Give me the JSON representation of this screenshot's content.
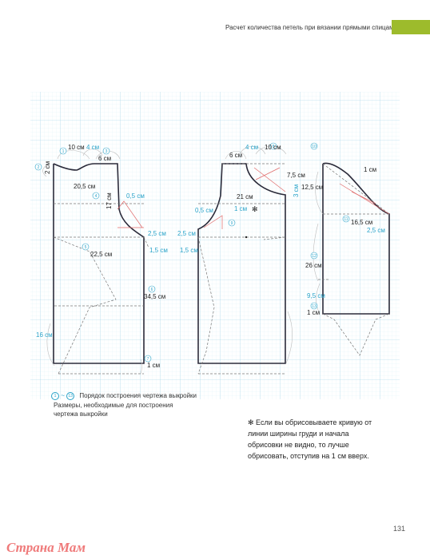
{
  "header": {
    "title": "Расчет количества петель при вязании прямыми спицами",
    "accent_color": "#9dbb2c"
  },
  "colors": {
    "grid": "#bfe3f0",
    "outline": "#2b2b3a",
    "measure": "#29a3c9",
    "construction": "#e06a6a"
  },
  "back": {
    "labels": {
      "top_width": "10 см",
      "neck_width": "4 см",
      "shoulder": "6 см",
      "neck_depth": "2 см",
      "armhole_width": "20,5 см",
      "armhole_depth": "17 см",
      "armhole_ease": "0,5 см",
      "side_upper": "2,5 см",
      "side_lower": "1,5 см",
      "chest_half": "22,5 см",
      "side_length": "34,5 см",
      "hip_ease": "16 см",
      "hem": "1 см"
    },
    "steps": [
      "1",
      "2",
      "3",
      "4",
      "5",
      "6",
      "7"
    ]
  },
  "front": {
    "labels": {
      "shoulder": "6 см",
      "neck_width": "4 см",
      "top_width": "10 см",
      "neck_depth": "7,5 см",
      "neck_drop": "3 см",
      "chest_width": "21 см",
      "left_ease": "0,5 см",
      "center_shift": "1 см",
      "side_upper": "2,5 см",
      "side_lower": "1,5 см"
    },
    "steps": [
      "8",
      "9"
    ]
  },
  "sleeve": {
    "labels": {
      "cap_offset": "1 см",
      "cap_height": "12,5 см",
      "upper_width": "16,5 см",
      "upper_ease": "2,5 см",
      "length": "26 см",
      "cuff": "9,5 см",
      "hem": "1 см"
    },
    "steps": [
      "10",
      "11",
      "12",
      "13"
    ]
  },
  "legend": {
    "range_from": "1",
    "range_to": "13",
    "line1": "Порядок построения чертежа выкройки",
    "line2": "Размеры, необходимые для построения",
    "line3": "чертежа выкройки"
  },
  "note": {
    "text": "✻ Если вы обрисовываете кривую от линии ширины груди и начала обрисовки не видно, то лучше обрисовать, отступив на 1 см вверх."
  },
  "page_number": "131",
  "watermark": "Страна Мам"
}
